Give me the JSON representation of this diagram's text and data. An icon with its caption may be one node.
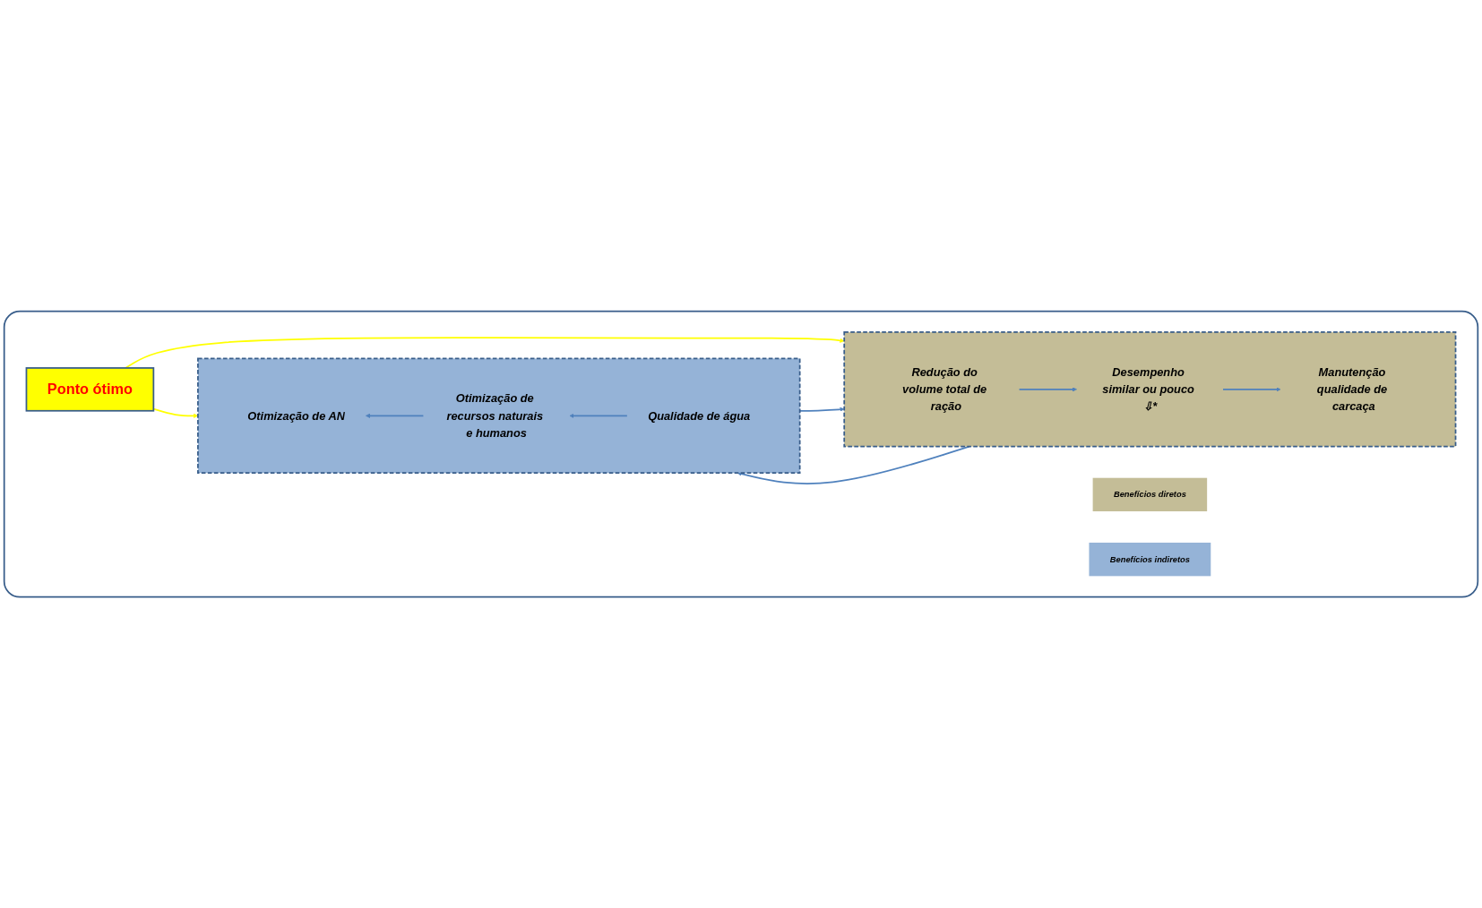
{
  "diagram": {
    "nodes": [
      {
        "text": [],
        "shape": "box"
      },
      {
        "text": [],
        "shape": "box",
        "in": 0
      },
      {
        "text": [
          "Redução do volume total de ração"
        ],
        "in": 1
      },
      {
        "text": [
          "Desempenho similar ou pouco ⇩*"
        ],
        "in": 1
      },
      {
        "text": [
          "Manutenção qualidade de carcaça"
        ],
        "in": 1
      },
      {
        "text": [
          "Benefícios diretos"
        ],
        "in": 0
      },
      {
        "text": [
          "Ponto ótimo"
        ],
        "in": 0
      },
      {
        "text": [
          "Benefícios indiretos"
        ],
        "in": 0
      },
      {
        "text": [],
        "shape": "box",
        "in": 0
      },
      {
        "text": [
          "Otimização de AN"
        ],
        "in": 8
      },
      {
        "text": [
          "Otimização de recursos naturais e humanos"
        ],
        "in": 8
      },
      {
        "text": [
          "Qualidade de água"
        ],
        "in": 8
      }
    ],
    "edges": [
      {
        "from": 2,
        "to": 3,
        "arrow": "to"
      },
      {
        "from": 3,
        "to": 4,
        "arrow": "to"
      },
      {
        "from": 1,
        "to": 8,
        "arrow": "to"
      },
      {
        "from": 11,
        "to": 10,
        "arrow": "to"
      },
      {
        "from": 10,
        "to": 9,
        "arrow": "to"
      },
      {
        "from": 8,
        "to": 1,
        "arrow": "to"
      },
      {
        "from": 6,
        "to": 1,
        "arrow": "to",
        "color": "#ffff00"
      },
      {
        "from": 6,
        "to": 8,
        "arrow": "to",
        "color": "#ffff00"
      }
    ]
  }
}
